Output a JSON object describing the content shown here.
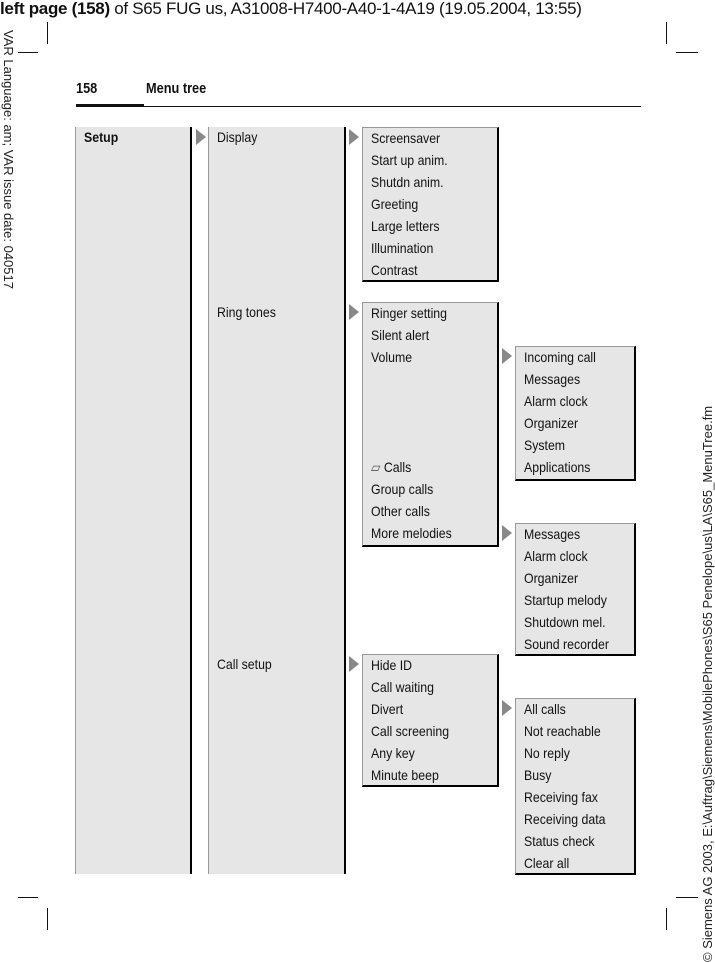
{
  "header": {
    "bold": "left page (158)",
    "rest": " of S65 FUG us, A31008-H7400-A40-1-4A19 (19.05.2004, 13:55)"
  },
  "side_left": "VAR Language: am; VAR issue date: 040517",
  "side_right": "© Siemens AG 2003, E:\\Auftrag\\Siemens\\MobilePhones\\S65 Penelope\\us\\LA\\S65_MenuTree.fm",
  "page": {
    "number": "158",
    "title": "Menu tree"
  },
  "tree": {
    "root": "Setup",
    "level1": [
      "Display",
      "Ring tones",
      "Call setup"
    ],
    "display": [
      "Screensaver",
      "Start up anim.",
      "Shutdn anim.",
      "Greeting",
      "Large letters",
      "Illumination",
      "Contrast"
    ],
    "ring_tones": [
      "Ringer setting",
      "Silent alert",
      "Volume",
      "Calls",
      "Group calls",
      "Other calls",
      "More melodies"
    ],
    "volume": [
      "Incoming call",
      "Messages",
      "Alarm clock",
      "Organizer",
      "System",
      "Applications"
    ],
    "more_melodies": [
      "Messages",
      "Alarm clock",
      "Organizer",
      "Startup melody",
      "Shutdown mel.",
      "Sound recorder"
    ],
    "call_setup": [
      "Hide ID",
      "Call waiting",
      "Divert",
      "Call screening",
      "Any key",
      "Minute beep"
    ],
    "divert": [
      "All calls",
      "Not reachable",
      "No reply",
      "Busy",
      "Receiving fax",
      "Receiving data",
      "Status check",
      "Clear all"
    ]
  }
}
